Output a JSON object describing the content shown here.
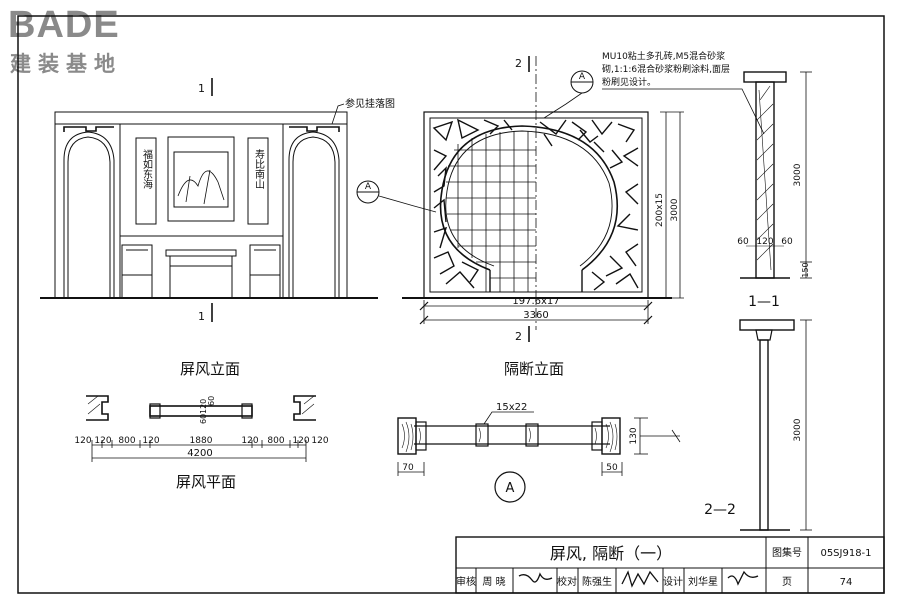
{
  "logo": {
    "word": "BADE",
    "sub": "建装基地"
  },
  "elevation_screen": {
    "title": "屏风立面",
    "couplet_left": "福如东海",
    "couplet_right": "寿比南山",
    "note": "参见挂落图",
    "section_mark": "1"
  },
  "elevation_partition": {
    "title": "隔断立面",
    "section_mark": "2",
    "callout": "A",
    "dim_grid_h": "197.6x17",
    "dim_total_w": "3360",
    "dim_grid_v": "200x15",
    "dim_height": "3000"
  },
  "material_note": {
    "line1": "MU10粘土多孔砖,M5混合砂浆",
    "line2": "砌,1:1:6混合砂浆粉刷涂料,面层",
    "line3": "粉刷见设计。"
  },
  "section_1_1": {
    "title": "1—1",
    "dim_height": "3000",
    "dim_left": "60",
    "dim_mid": "120",
    "dim_right": "60",
    "dim_base": "150"
  },
  "section_2_2": {
    "title": "2—2",
    "dim_height": "3000"
  },
  "plan_screen": {
    "title": "屏风平面",
    "dims": [
      "120",
      "120",
      "800",
      "120",
      "1880",
      "120",
      "800",
      "120",
      "120"
    ],
    "total": "4200",
    "dim_v1": "60",
    "dim_v2": "120",
    "dim_v3": "60"
  },
  "detail_A": {
    "label": "A",
    "dim_bar": "15x22",
    "dim_height": "130",
    "dim_left": "70",
    "dim_right": "50"
  },
  "title_block": {
    "title": "屏风, 隔断（一）",
    "atlas_label": "图集号",
    "atlas_no": "05SJ918-1",
    "review_label": "审核",
    "reviewer": "周 晓",
    "check_label": "校对",
    "checker": "陈强生",
    "design_label": "设计",
    "designer": "刘华星",
    "page_label": "页",
    "page_no": "74"
  }
}
